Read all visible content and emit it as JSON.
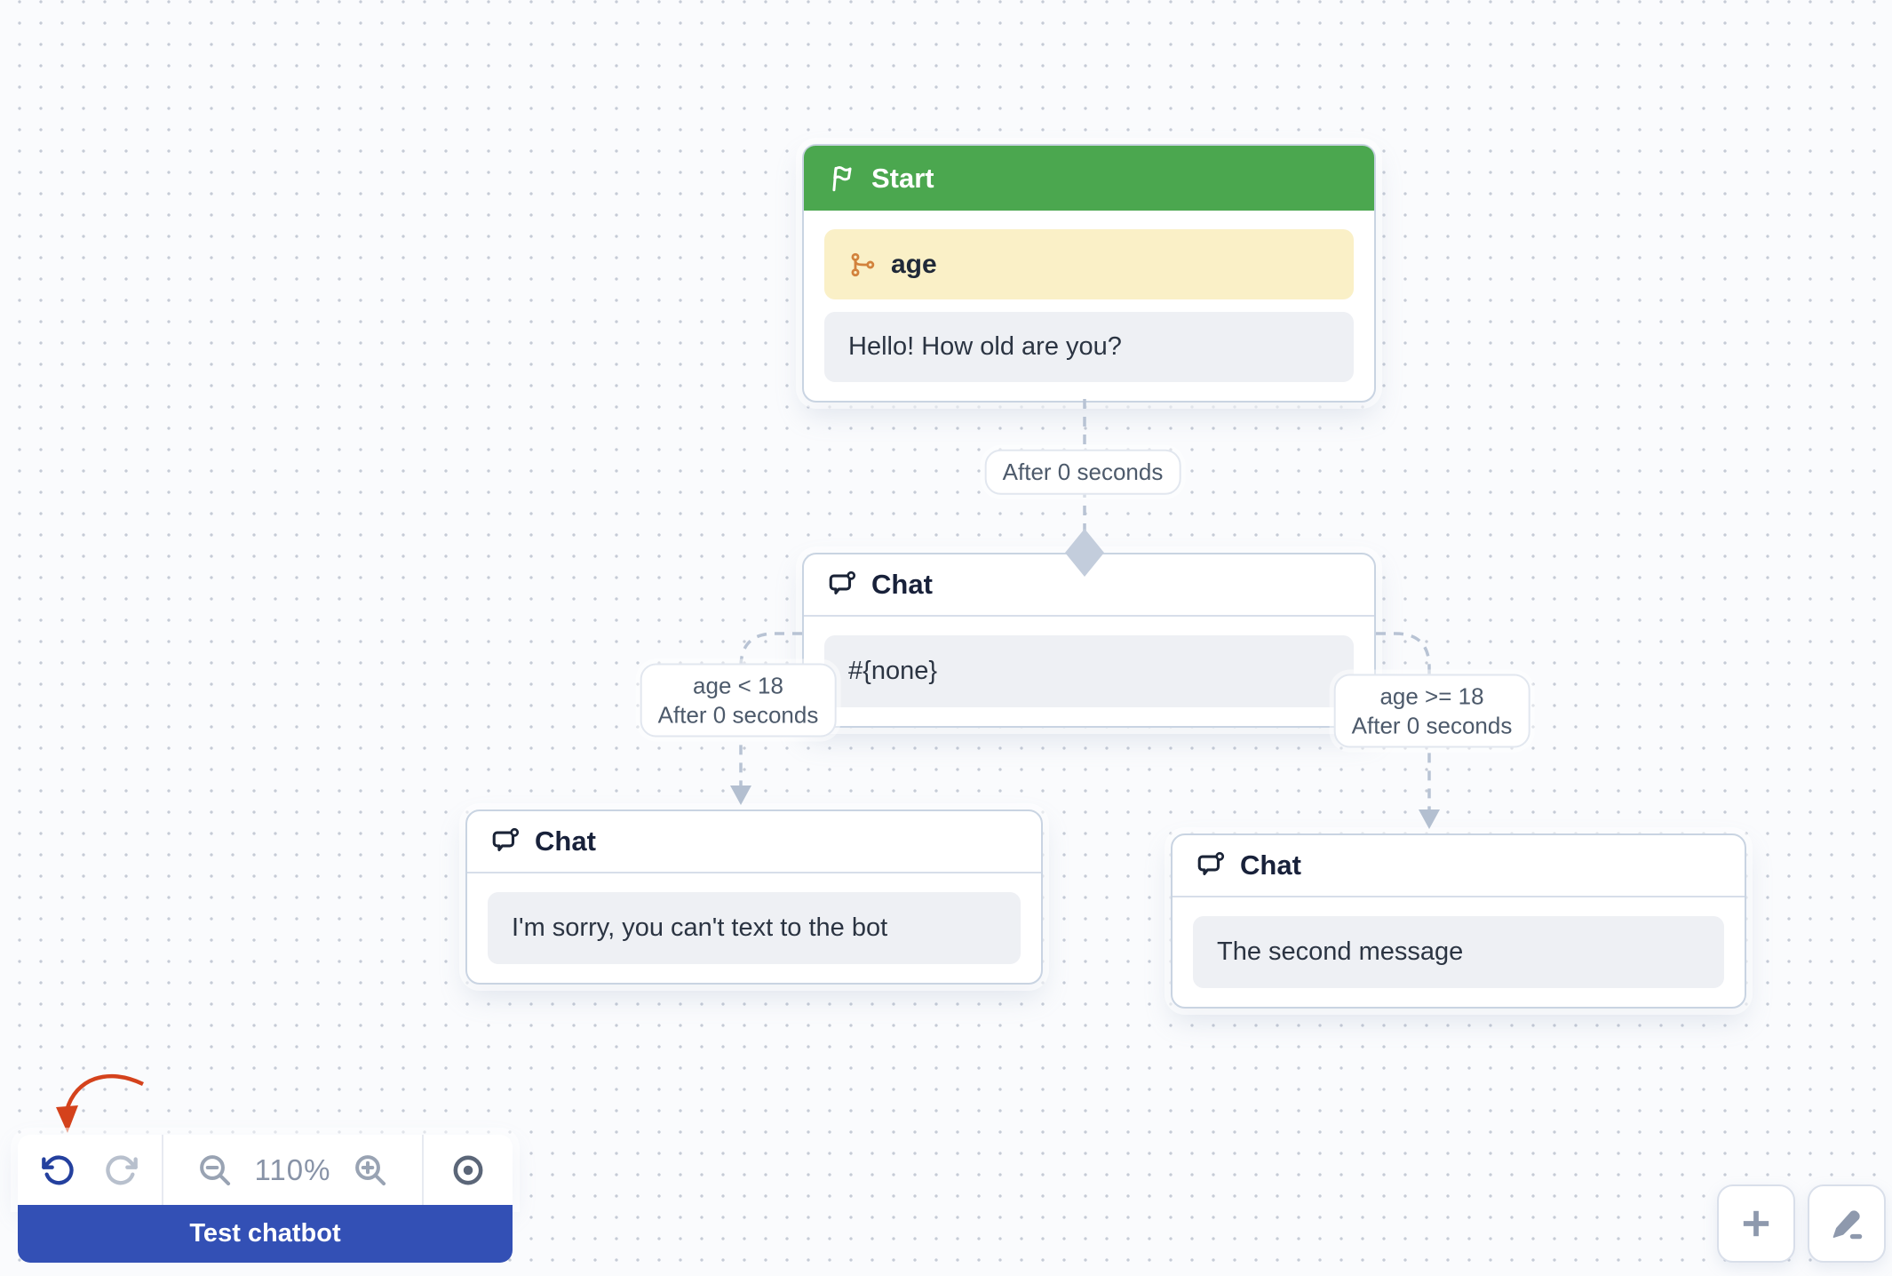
{
  "nodes": {
    "start": {
      "title": "Start",
      "variable": "age",
      "message": "Hello! How old are you?"
    },
    "router": {
      "title": "Chat",
      "message": "#{none}"
    },
    "left": {
      "title": "Chat",
      "message": "I'm sorry, you can't text to the bot"
    },
    "right": {
      "title": "Chat",
      "message": "The second message"
    }
  },
  "edges": {
    "start_router": {
      "label": "After 0 seconds"
    },
    "router_left": {
      "condition": "age < 18",
      "delay": "After 0 seconds"
    },
    "router_right": {
      "condition": "age >= 18",
      "delay": "After 0 seconds"
    }
  },
  "toolbar": {
    "zoom_level": "110%",
    "test_button_label": "Test chatbot"
  },
  "colors": {
    "start_header_green": "#4BA74F",
    "variable_yellow": "#FAF0C7",
    "message_gray": "#EEF0F4",
    "primary_blue": "#3350B5",
    "connector_gray": "#B8C3D4",
    "annotation_red": "#D4421C",
    "branch_icon_orange": "#D2823C"
  },
  "icons": {
    "start_header": "flag-icon",
    "variable_row": "branch-icon",
    "chat_header": "chat-icon",
    "toolbar": [
      "undo-icon",
      "redo-icon",
      "zoom-out-icon",
      "zoom-in-icon",
      "focus-icon"
    ],
    "floating": [
      "plus-icon",
      "pencil-icon"
    ]
  }
}
